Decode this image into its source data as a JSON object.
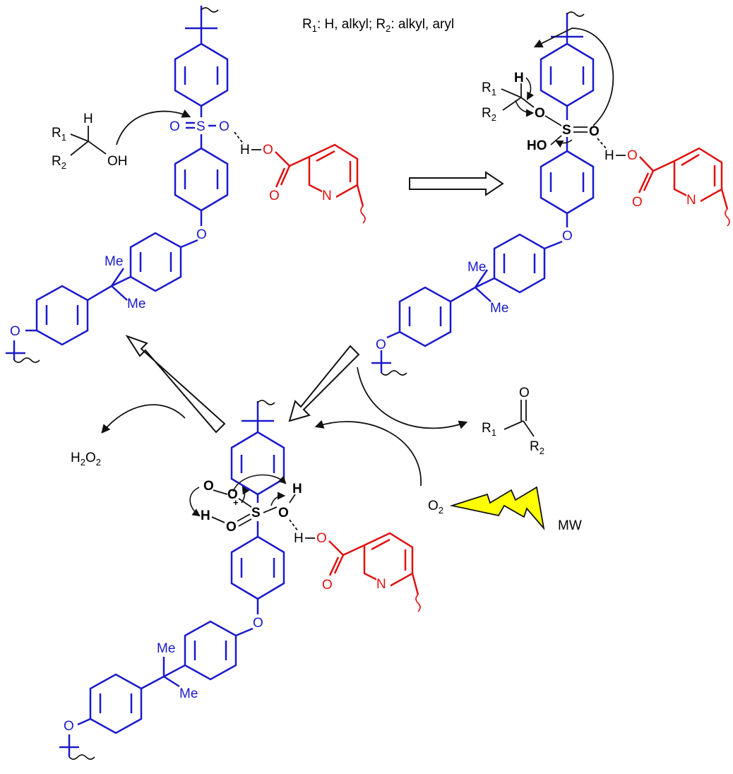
{
  "caption": {
    "main": "R1: H, alkyl; R2: alkyl, aryl"
  },
  "colors": {
    "polymer": "#1a1acc",
    "picolinic": "#e01010",
    "ink": "#111111",
    "bolt": "#ffff00"
  },
  "atoms": {
    "O": "O",
    "S": "S",
    "H": "H",
    "N": "N",
    "OH": "OH",
    "HO": "HO",
    "Me": "Me",
    "R": "R",
    "sub1": "1",
    "sub2": "2",
    "plus": "+"
  },
  "reagents": {
    "h2o2": "H2O2",
    "o2": "O2",
    "mw": "MW"
  }
}
